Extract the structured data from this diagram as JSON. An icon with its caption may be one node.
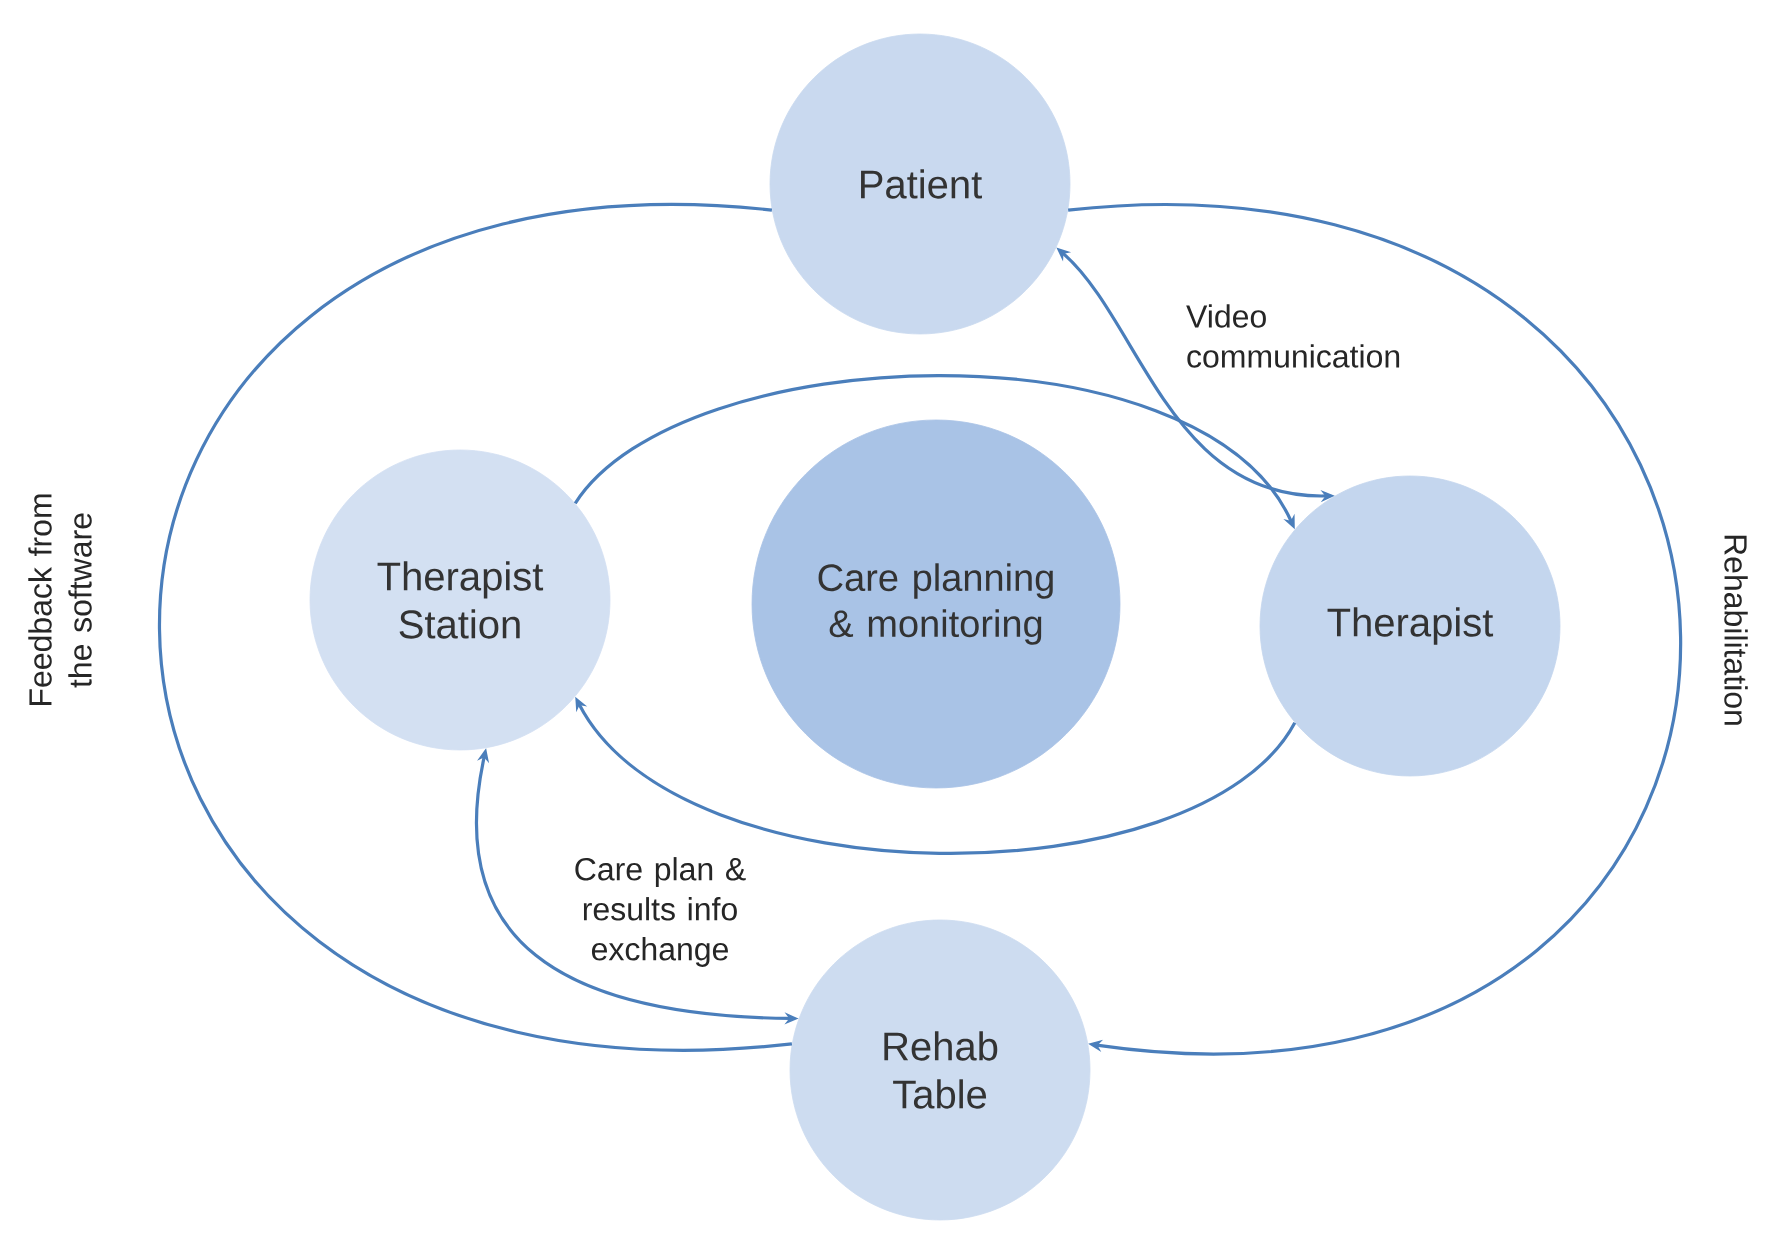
{
  "diagram": {
    "nodes": [
      {
        "text": [
          "Patient"
        ]
      },
      {
        "text": [
          "Therapist Station"
        ]
      },
      {
        "text": [
          "Care planning & monitoring"
        ]
      },
      {
        "text": [
          "Therapist"
        ]
      },
      {
        "text": [
          "Rehab Table"
        ]
      }
    ],
    "edges": [
      {
        "from": 0,
        "to": 4,
        "arrow": "none",
        "label": "Feedback from the software"
      },
      {
        "from": 0,
        "to": 4,
        "arrow": "to",
        "label": "Rehabilitation"
      },
      {
        "from": 0,
        "to": 3,
        "arrow": "both",
        "label": "Video communication"
      },
      {
        "from": 1,
        "to": 3,
        "arrow": "to"
      },
      {
        "from": 3,
        "to": 1,
        "arrow": "to"
      },
      {
        "from": 1,
        "to": 4,
        "arrow": "both",
        "label": "Care plan & results info exchange"
      }
    ]
  }
}
